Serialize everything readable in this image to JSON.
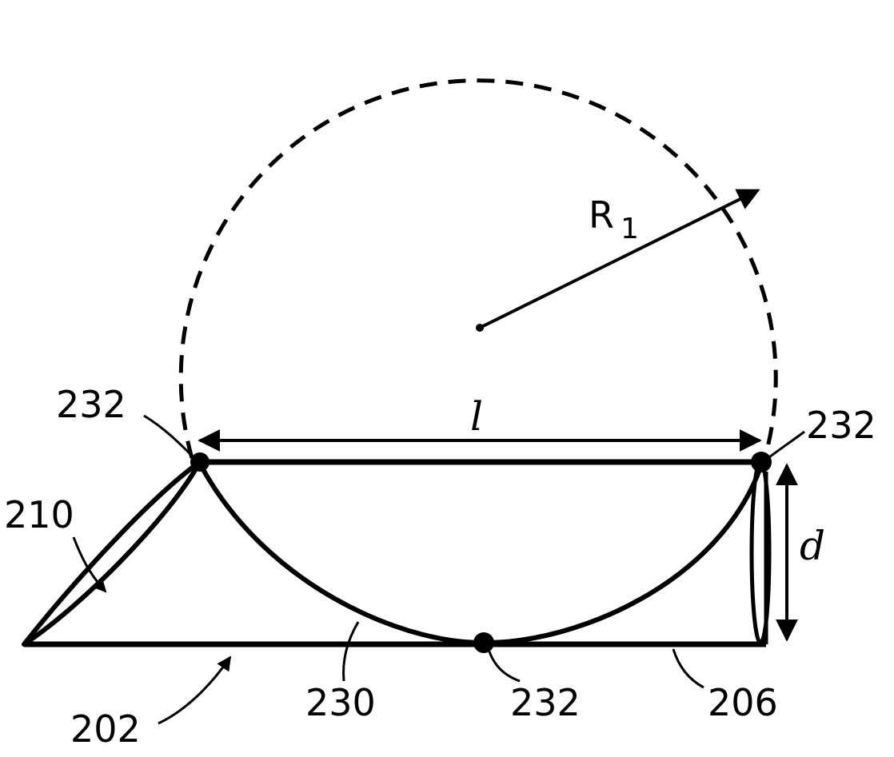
{
  "labels": {
    "radius_main": "R",
    "radius_sub": "1",
    "length": "l",
    "depth": "d",
    "ref_232_top_left": "232",
    "ref_232_top_right": "232",
    "ref_232_bottom": "232",
    "ref_210": "210",
    "ref_230": "230",
    "ref_206": "206",
    "ref_202": "202"
  },
  "colors": {
    "ink": "#000000",
    "paper": "#ffffff"
  }
}
